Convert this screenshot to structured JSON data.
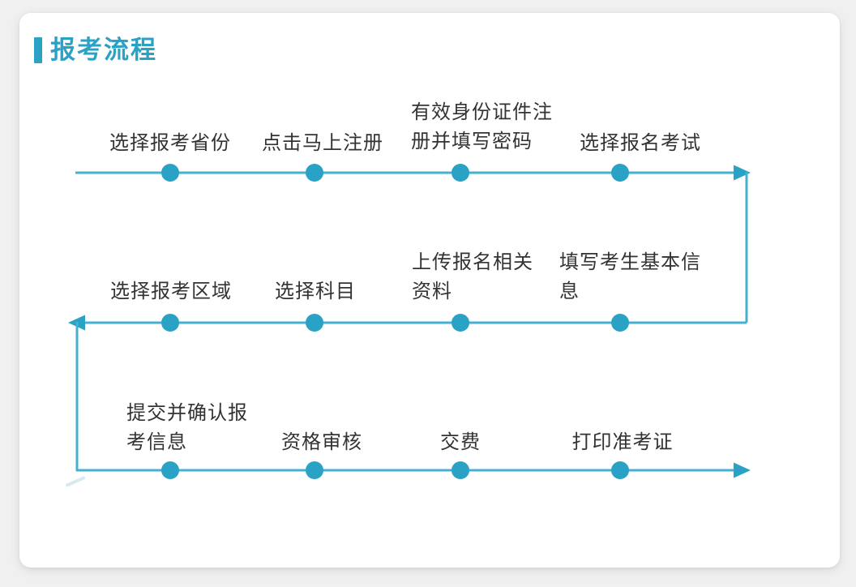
{
  "page": {
    "title": "报考流程",
    "colors": {
      "accent": "#29a2c5",
      "line": "#45b1d1",
      "label_text": "#333333",
      "page_bg": "#f0f0f1",
      "card_bg": "#ffffff"
    }
  },
  "flow": {
    "rows": [
      {
        "direction": "left-to-right",
        "steps": [
          {
            "label": "选择报考省份"
          },
          {
            "label": "点击马上注册"
          },
          {
            "label": "有效身份证件注册并填写密码"
          },
          {
            "label": "选择报名考试"
          }
        ]
      },
      {
        "direction": "right-to-left",
        "steps": [
          {
            "label": "选择报考区域"
          },
          {
            "label": "选择科目"
          },
          {
            "label": "上传报名相关资料"
          },
          {
            "label": "填写考生基本信息"
          }
        ]
      },
      {
        "direction": "left-to-right",
        "steps": [
          {
            "label": "提交并确认报考信息"
          },
          {
            "label": "资格审核"
          },
          {
            "label": "交费"
          },
          {
            "label": "打印准考证"
          }
        ]
      }
    ]
  }
}
